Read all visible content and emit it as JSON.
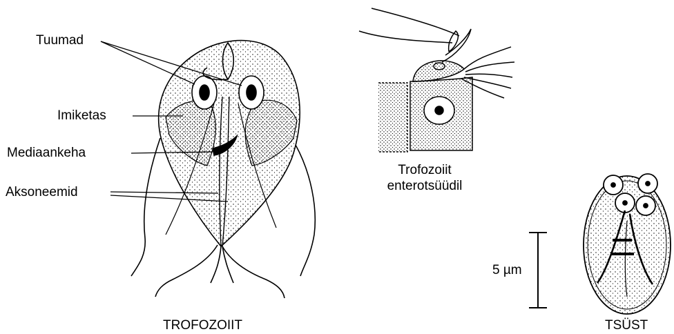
{
  "trophozoite": {
    "labels": {
      "nuclei": "Tuumad",
      "sucking_disc": "Imiketas",
      "median_body": "Mediaankeha",
      "axonemes": "Aksoneemid"
    },
    "caption": "TROFOZOIIT"
  },
  "attached": {
    "caption_line1": "Trofozoiit",
    "caption_line2": "enterotsüüdil"
  },
  "scale_bar": {
    "label": "5 µm",
    "value": 5,
    "unit": "µm"
  },
  "cyst": {
    "caption": "TSÜST"
  }
}
